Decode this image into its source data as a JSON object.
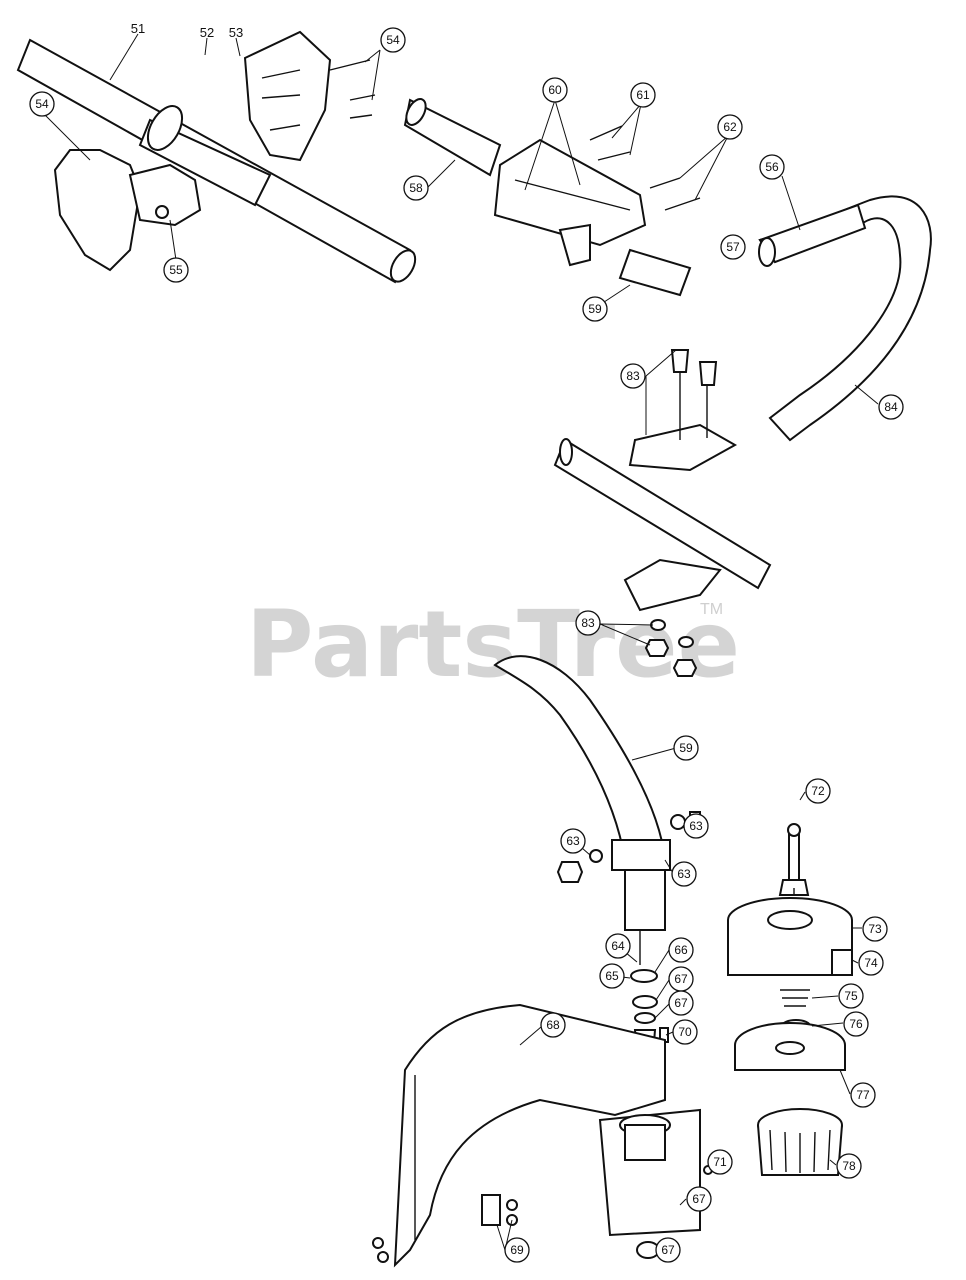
{
  "watermark": {
    "text": "PartsTree",
    "trademark": "TM"
  },
  "labels": {
    "p51": "51",
    "p52": "52",
    "p53": "53",
    "p54a": "54",
    "p54b": "54",
    "p55": "55",
    "p56": "56",
    "p57": "57",
    "p58": "58",
    "p59a": "59",
    "p60": "60",
    "p61": "61",
    "p62": "62",
    "p83a": "83",
    "p84": "84",
    "p83b": "83",
    "p59b": "59",
    "p63a": "63",
    "p63b": "63",
    "p63c": "63",
    "p64": "64",
    "p65": "65",
    "p66": "66",
    "p67a": "67",
    "p67b": "67",
    "p68": "68",
    "p70": "70",
    "p71": "71",
    "p67c": "67",
    "p67d": "67",
    "p69": "69",
    "p72": "72",
    "p73": "73",
    "p74": "74",
    "p75": "75",
    "p76": "76",
    "p77": "77",
    "p78": "78"
  }
}
